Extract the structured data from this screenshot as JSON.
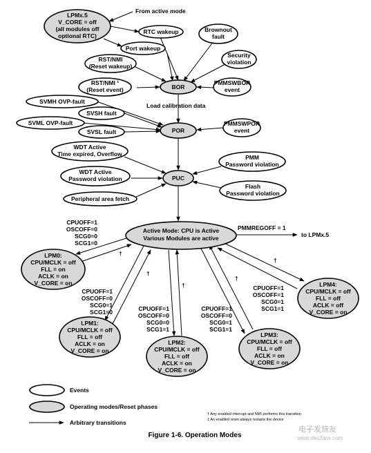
{
  "nodes": {
    "lpmx5": [
      "LPMx.5",
      "V_CORE = off",
      "(all modules off",
      "optional RTC)"
    ],
    "rtc_wakeup": [
      "RTC wakeup"
    ],
    "port_wakeup": [
      "Port wakeup"
    ],
    "brownout": [
      "Brownout",
      "fault"
    ],
    "rst_nmi_wake": [
      "RST/NMI",
      "(Reset wakeup)"
    ],
    "security": [
      "Security",
      "violation"
    ],
    "rst_nmi_event": [
      "RST/NMI ¹",
      "(Reset event)"
    ],
    "bor": [
      "BOR"
    ],
    "pmmswbor": [
      "PMMSWBOR",
      "event"
    ],
    "svmh": [
      "SVMH OVP-fault"
    ],
    "svsh": [
      "SVSH fault"
    ],
    "svml": [
      "SVML OVP-fault"
    ],
    "svsl": [
      "SVSL fault"
    ],
    "por": [
      "POR"
    ],
    "pmmswpor": [
      "PMMSWPOR",
      "event"
    ],
    "wdt_expired": [
      "WDT Active",
      "Time expired, Overflow"
    ],
    "pmm_pw": [
      "PMM",
      "Password violation"
    ],
    "wdt_pw": [
      "WDT Active",
      "Password violation"
    ],
    "puc": [
      "PUC"
    ],
    "flash_pw": [
      "Flash",
      "Password violation"
    ],
    "periph": [
      "Peripheral area fetch"
    ],
    "active": [
      "Active Mode: CPU is Active",
      "Various Modules are active"
    ],
    "lpm0": [
      "LPM0:",
      "CPU/MCLK = off",
      "FLL = on",
      "ACLK = on",
      "V_CORE = on"
    ],
    "lpm1": [
      "LPM1:",
      "CPU/MCLK = off",
      "FLL = off",
      "ACLK = on",
      "V_CORE = on"
    ],
    "lpm2": [
      "LPM2:",
      "CPU/MCLK = off",
      "FLL = off",
      "ACLK = on",
      "V_CORE = on"
    ],
    "lpm3": [
      "LPM3:",
      "CPU/MCLK = off",
      "FLL = off",
      "ACLK = on",
      "V_CORE = on"
    ],
    "lpm4": [
      "LPM4:",
      "CPU/MCLK = off",
      "FLL = off",
      "ACLK = off",
      "V_CORE = on"
    ]
  },
  "labels": {
    "from_active": "From active mode",
    "load_calibration": "Load calibration data",
    "pmmregoff": "PMMREGOFF = 1",
    "to_lpmx5": "to LPMx.5",
    "dagger": "†"
  },
  "conditions": {
    "lpm0": [
      "CPUOFF=1",
      "OSCOFF=0",
      "SCG0=0",
      "SCG1=0"
    ],
    "lpm1": [
      "CPUOFF=1",
      "OSCOFF=0",
      "SCG0=1",
      "SCG1=0"
    ],
    "lpm2": [
      "CPUOFF=1",
      "OSCOFF=0",
      "SCG0=0",
      "SCG1=1"
    ],
    "lpm3": [
      "CPUOFF=1",
      "OSCOFF=0",
      "SCG0=1",
      "SCG1=1"
    ],
    "lpm4": [
      "CPUOFF=1",
      "OSCOFF=1",
      "SCG0=1",
      "SCG1=1"
    ]
  },
  "legend": {
    "events": "Events",
    "modes": "Operating modes/Reset phases",
    "transitions": "Arbitrary transitions"
  },
  "footnotes": [
    "† Any enabled interrupt and NMI performs this transition",
    "‡ An enabled reset always restarts the device"
  ],
  "caption": "Figure 1-6. Operation Modes",
  "watermark": "电子发烧友",
  "watermark_url": "www.elecfans.com"
}
